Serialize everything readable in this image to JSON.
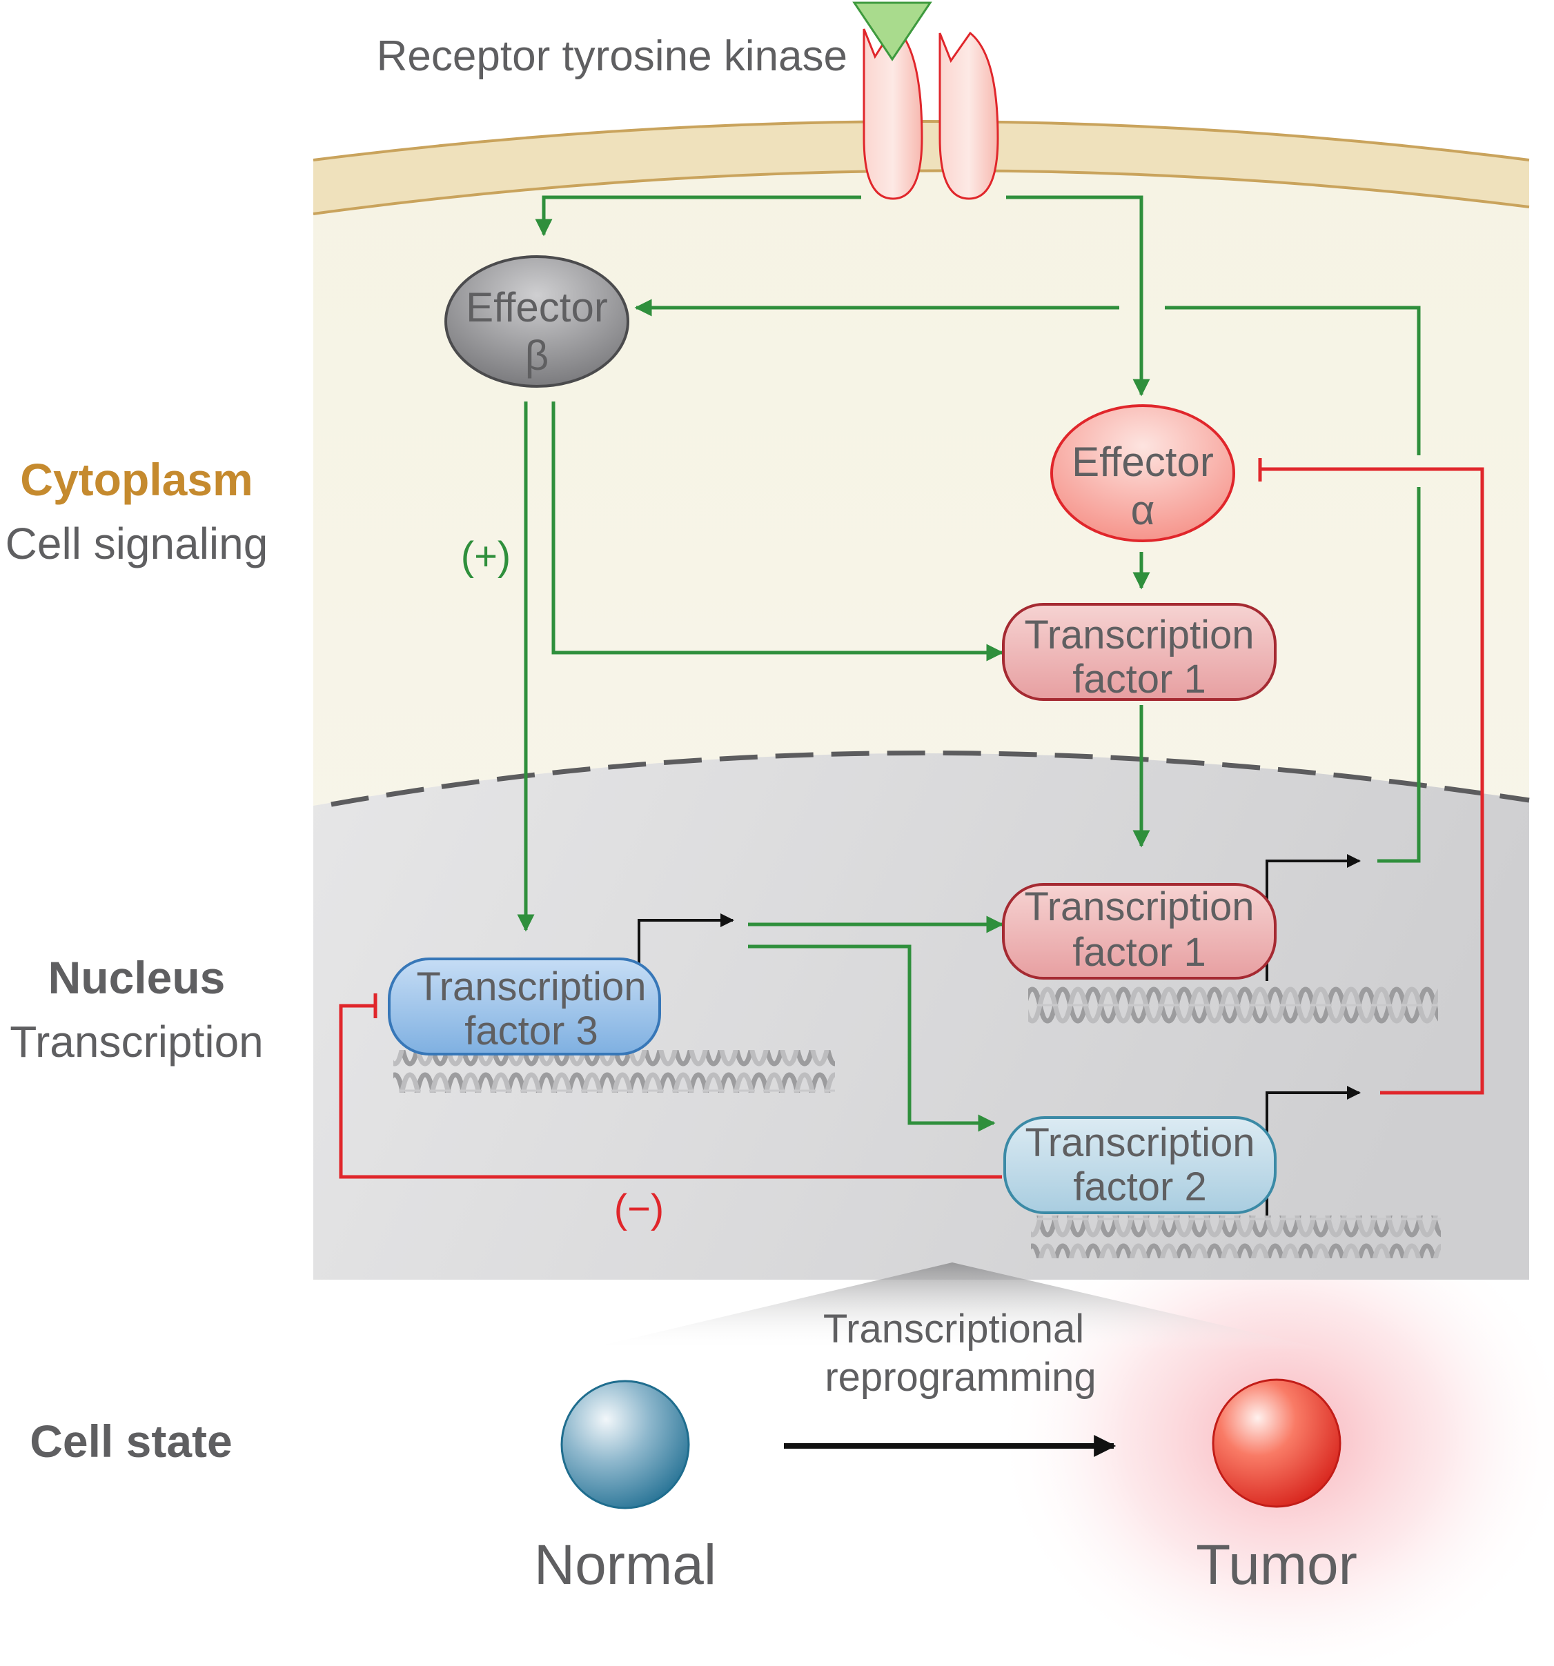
{
  "receptor": {
    "label": "Receptor tyrosine kinase"
  },
  "side_labels": {
    "cytoplasm_title": "Cytoplasm",
    "cytoplasm_sub": "Cell signaling",
    "nucleus_title": "Nucleus",
    "nucleus_sub": "Transcription",
    "cell_state_title": "Cell state"
  },
  "nodes": {
    "effector_beta": {
      "line1": "Effector",
      "line2": "β"
    },
    "effector_alpha": {
      "line1": "Effector",
      "line2": "α"
    },
    "tf1_cyto": {
      "line1": "Transcription",
      "line2": "factor 1"
    },
    "tf1_nuc": {
      "line1": "Transcription",
      "line2": "factor 1"
    },
    "tf2": {
      "line1": "Transcription",
      "line2": "factor 2"
    },
    "tf3": {
      "line1": "Transcription",
      "line2": "factor 3"
    }
  },
  "edge_labels": {
    "positive": "(+)",
    "negative": "(−)"
  },
  "reprogramming": {
    "line1": "Transcriptional",
    "line2": "reprogramming"
  },
  "states": {
    "normal": "Normal",
    "tumor": "Tumor"
  },
  "colors": {
    "activation": "#2f8f3c",
    "inhibition": "#e0262b",
    "cytoplasm_title": "#c58a2e",
    "text": "#5f5f61"
  }
}
